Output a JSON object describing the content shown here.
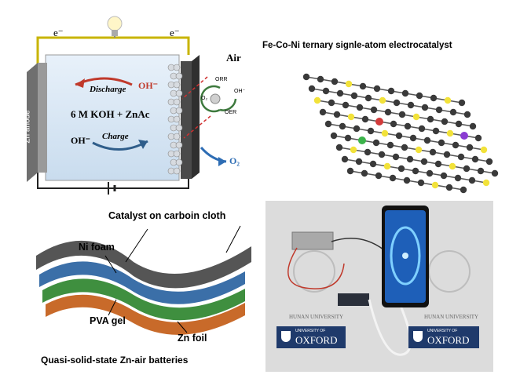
{
  "battery": {
    "electron_left": "e⁻",
    "electron_right": "e⁻",
    "anode": "Zn anode",
    "discharge": "Discharge",
    "charge": "Charge",
    "oh_top": "OH⁻",
    "oh_bottom": "OH⁻",
    "electrolyte": "6 M KOH + ZnAc",
    "air": "Air",
    "orr": "ORR",
    "oer": "OER",
    "oh_side": "OH⁻",
    "o2_small": "O₂",
    "o2_out": "O₂"
  },
  "catalyst": {
    "title": "Fe-Co-Ni ternary signle-atom electrocatalyst"
  },
  "layers": {
    "carbon_cloth": "Catalyst on carboin cloth",
    "ni_foam": "Ni foam",
    "pva_gel": "PVA gel",
    "zn_foil": "Zn foil",
    "caption": "Quasi-solid-state Zn-air batteries"
  },
  "photo": {
    "hunan_text_left": "HUNAN UNIVERSITY",
    "hunan_text_right": "HUNAN UNIVERSITY",
    "oxford_small_left": "UNIVERSITY OF",
    "oxford_big_left": "OXFORD",
    "oxford_small_right": "UNIVERSITY OF",
    "oxford_big_right": "OXFORD"
  },
  "colors": {
    "electrolyte": "#dbe9f6",
    "anode": "#8a8a8a",
    "wire": "#c8b400",
    "discharge_arrow": "#c0392b",
    "charge_arrow": "#2f5d8a",
    "o2_arrow": "#2e6db4",
    "zn_foil": "#c86a2a",
    "pva_gel": "#3f8f3f",
    "ni_foam": "#3b6fa8",
    "carbon_cloth": "#555555",
    "oxford_blue": "#1f3a6b"
  }
}
